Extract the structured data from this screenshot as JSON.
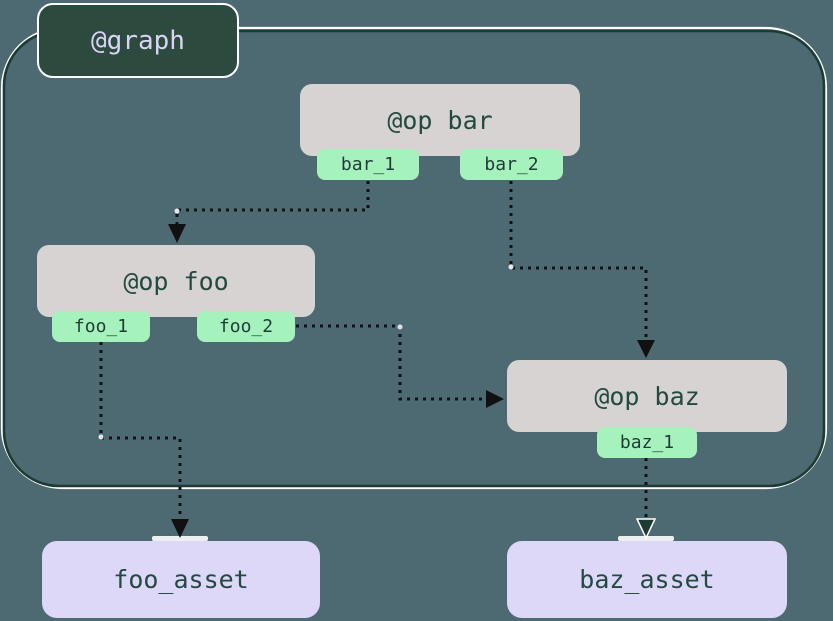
{
  "graph": {
    "label": "@graph"
  },
  "ops": [
    {
      "id": "bar",
      "label": "@op bar",
      "outputs": [
        "bar_1",
        "bar_2"
      ]
    },
    {
      "id": "foo",
      "label": "@op foo",
      "outputs": [
        "foo_1",
        "foo_2"
      ]
    },
    {
      "id": "baz",
      "label": "@op baz",
      "outputs": [
        "baz_1"
      ]
    }
  ],
  "assets": [
    {
      "id": "foo_asset",
      "label": "foo_asset"
    },
    {
      "id": "baz_asset",
      "label": "baz_asset"
    }
  ],
  "edges": [
    {
      "from": "bar.bar_1",
      "to": "foo"
    },
    {
      "from": "bar.bar_2",
      "to": "baz"
    },
    {
      "from": "foo.foo_2",
      "to": "baz"
    },
    {
      "from": "foo.foo_1",
      "to": "foo_asset"
    },
    {
      "from": "baz.baz_1",
      "to": "baz_asset"
    }
  ],
  "colors": {
    "background": "#4d6a72",
    "graph_boundary": "#1d3a33",
    "graph_boundary_highlight": "#ffffff",
    "graph_label_bg": "#2d4a3f",
    "graph_label_text": "#d9d4f6",
    "op_bg": "#d6d3d2",
    "op_text": "#234a40",
    "output_tag_bg": "#a6f2bd",
    "output_tag_text": "#1e3c35",
    "asset_bg": "#ddd7f8",
    "asset_text": "#234a40",
    "edge": "#111111"
  }
}
